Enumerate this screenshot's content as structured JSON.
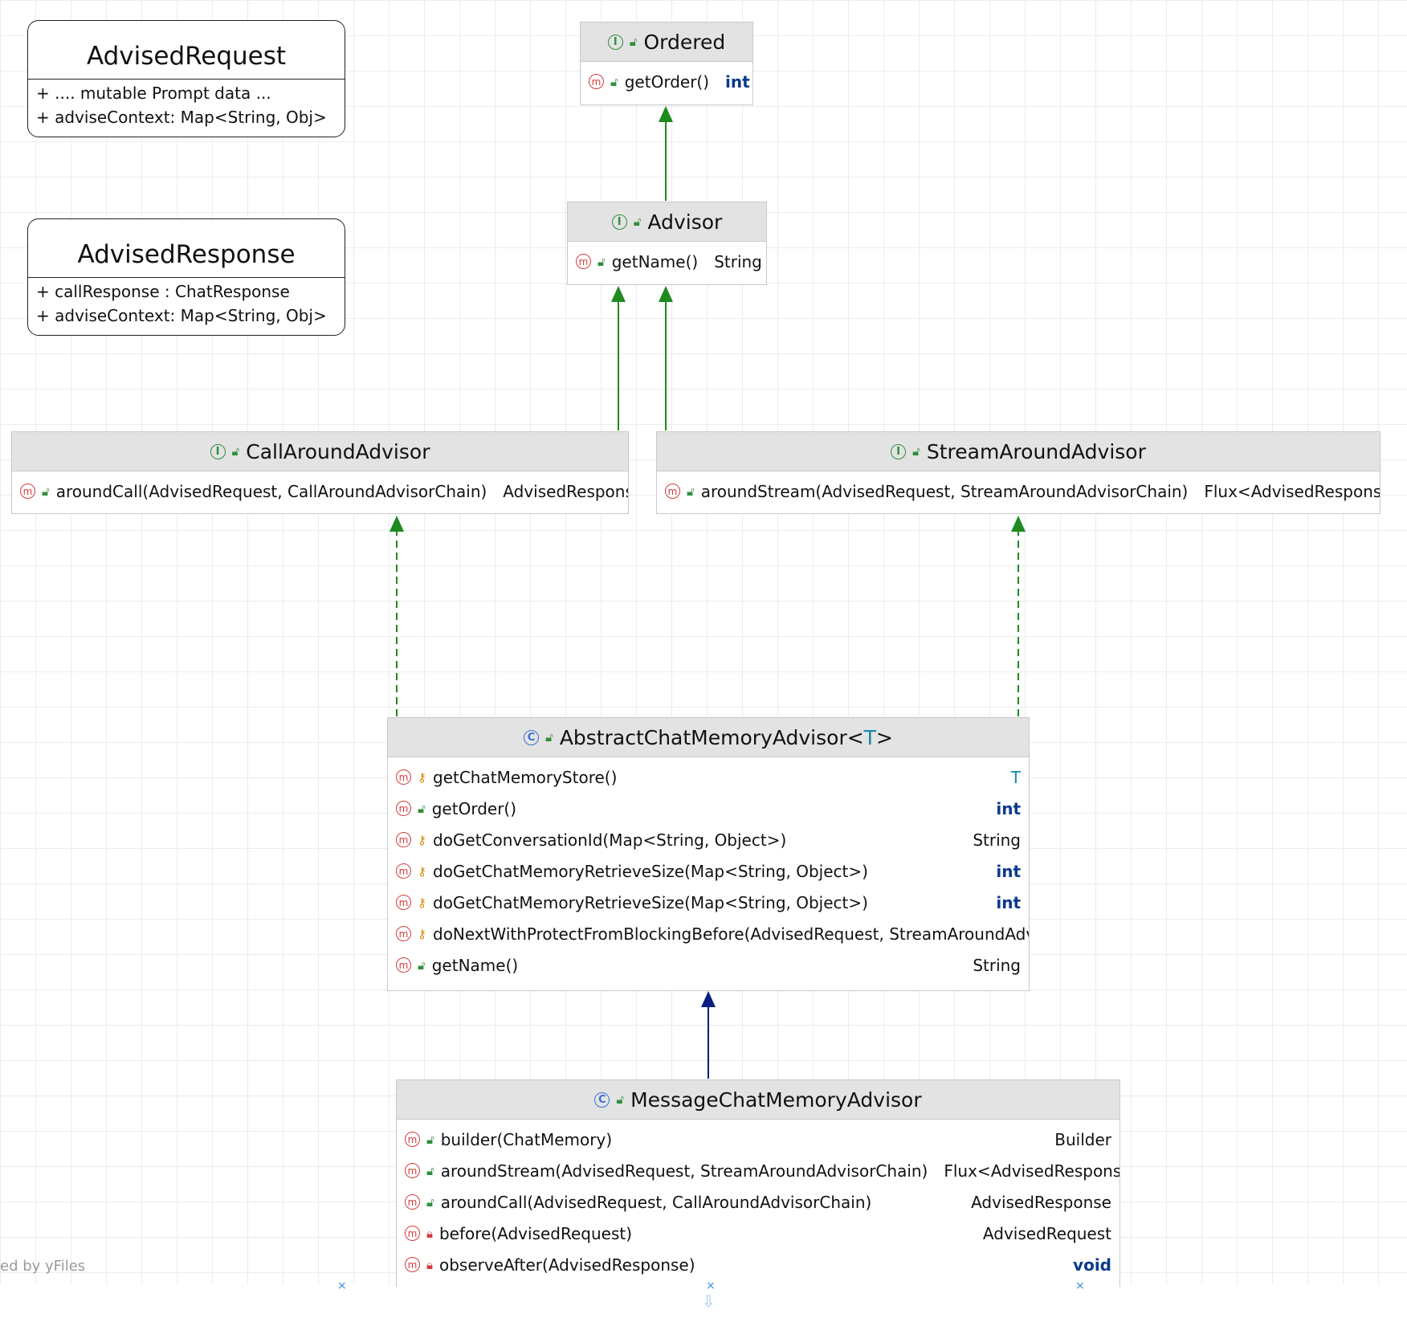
{
  "notes": {
    "request": {
      "title": "AdvisedRequest",
      "lines": [
        "+ .... mutable Prompt data ...",
        "+ adviseContext: Map<String, Obj>"
      ]
    },
    "response": {
      "title": "AdvisedResponse",
      "lines": [
        "+ callResponse : ChatResponse",
        "+ adviseContext: Map<String, Obj>"
      ]
    }
  },
  "classes": {
    "ordered": {
      "name": "Ordered",
      "methods": [
        {
          "name": "getOrder()",
          "ret": "int"
        }
      ]
    },
    "advisor": {
      "name": "Advisor",
      "methods": [
        {
          "name": "getName()",
          "ret": "String"
        }
      ]
    },
    "call_around": {
      "name": "CallAroundAdvisor",
      "methods": [
        {
          "name": "aroundCall(AdvisedRequest, CallAroundAdvisorChain)",
          "ret": "AdvisedResponse"
        }
      ]
    },
    "stream_around": {
      "name": "StreamAroundAdvisor",
      "methods": [
        {
          "name": "aroundStream(AdvisedRequest, StreamAroundAdvisorChain)",
          "ret": "Flux<AdvisedResponse>"
        }
      ]
    },
    "abstract_memory": {
      "name": "AbstractChatMemoryAdvisor<",
      "type_param": "T",
      "name_close": ">",
      "methods": [
        {
          "name": "getChatMemoryStore()",
          "ret": "T"
        },
        {
          "name": "getOrder()",
          "ret": "int"
        },
        {
          "name": "doGetConversationId(Map<String, Object>)",
          "ret": "String"
        },
        {
          "name": "doGetChatMemoryRetrieveSize(Map<String, Object>)",
          "ret": "int"
        },
        {
          "name": "doGetChatMemoryRetrieveSize(Map<String, Object>)",
          "ret": "int"
        },
        {
          "name": "doNextWithProtectFromBlockingBefore(AdvisedRequest, StreamAroundAdvis",
          "ret": ""
        },
        {
          "name": "getName()",
          "ret": "String"
        }
      ]
    },
    "message_memory": {
      "name": "MessageChatMemoryAdvisor",
      "methods": [
        {
          "name": "builder(ChatMemory)",
          "ret": "Builder"
        },
        {
          "name": "aroundStream(AdvisedRequest, StreamAroundAdvisorChain)",
          "ret": "Flux<AdvisedResponse>"
        },
        {
          "name": "aroundCall(AdvisedRequest, CallAroundAdvisorChain)",
          "ret": "AdvisedResponse"
        },
        {
          "name": "before(AdvisedRequest)",
          "ret": "AdvisedRequest"
        },
        {
          "name": "observeAfter(AdvisedResponse)",
          "ret": "void"
        }
      ]
    }
  },
  "icons": {
    "interface": "I",
    "class": "C",
    "method": "m",
    "public": "☐",
    "protected": "♀",
    "private": "🔒"
  },
  "footer": {
    "watermark": "ed by yFiles"
  },
  "colors": {
    "realization": "#1f8a1f",
    "generalization": "#0b1f80",
    "header_bg": "#e3e3e3"
  }
}
